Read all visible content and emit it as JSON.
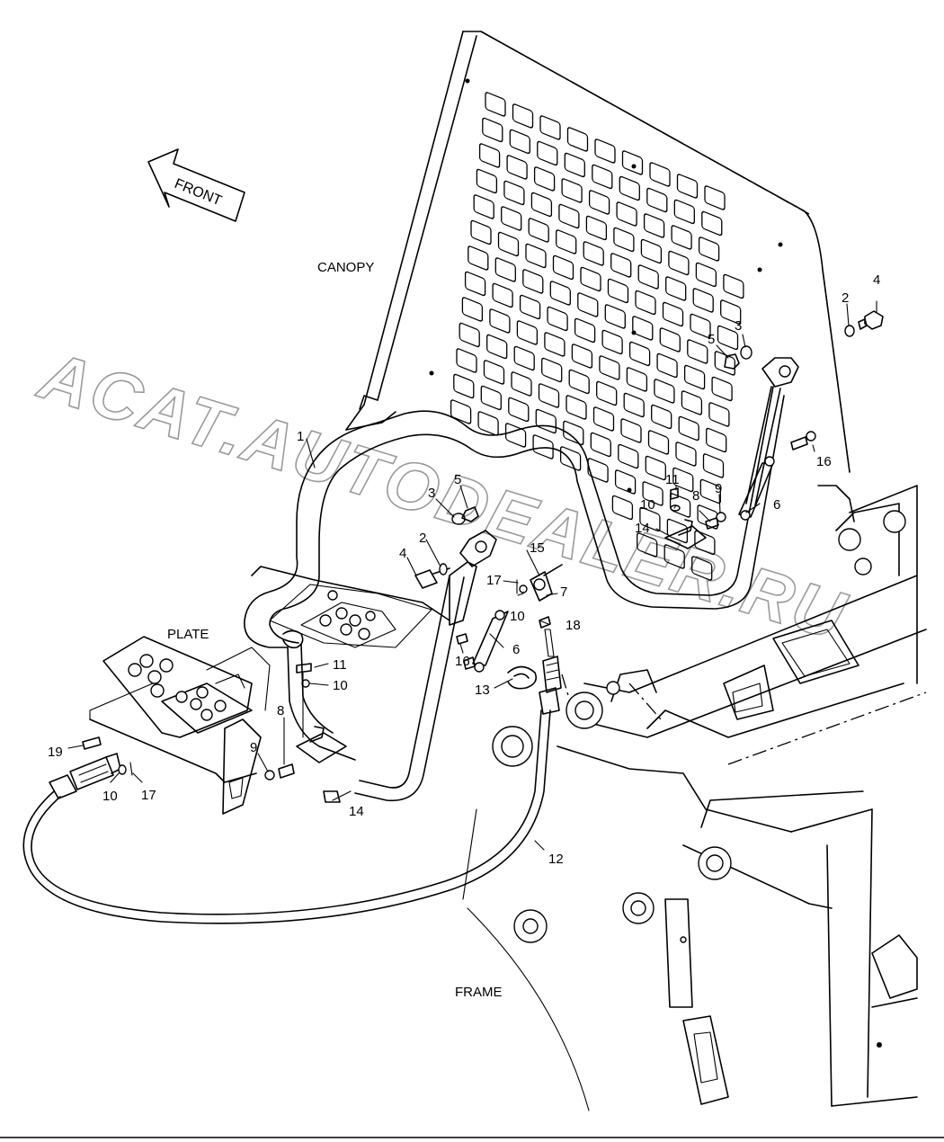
{
  "labels": {
    "canopy": "CANOPY",
    "plate": "PLATE",
    "frame": "FRAME",
    "front": "FRONT"
  },
  "watermark": "ACAT.AUTODEALER.RU",
  "callouts": {
    "c1": "1",
    "c2_right": "2",
    "c3_right": "3",
    "c4_right": "4",
    "c5_right": "5",
    "c16_right": "16",
    "c11_right": "11",
    "c10_right": "10",
    "c8_right": "8",
    "c9_right": "9",
    "c14_right": "14",
    "c6_right": "6",
    "c3_left": "3",
    "c5_left": "5",
    "c2_left": "2",
    "c4_left": "4",
    "c15": "15",
    "c17_mid": "17",
    "c10_mid": "10",
    "c7": "7",
    "c18": "18",
    "c6_left": "6",
    "c16_left": "16",
    "c13": "13",
    "c11_left": "11",
    "c10_left": "10",
    "c8_left": "8",
    "c9_left": "9",
    "c14_left": "14",
    "c19": "19",
    "c10_bottom": "10",
    "c17_bottom": "17",
    "c12": "12"
  }
}
